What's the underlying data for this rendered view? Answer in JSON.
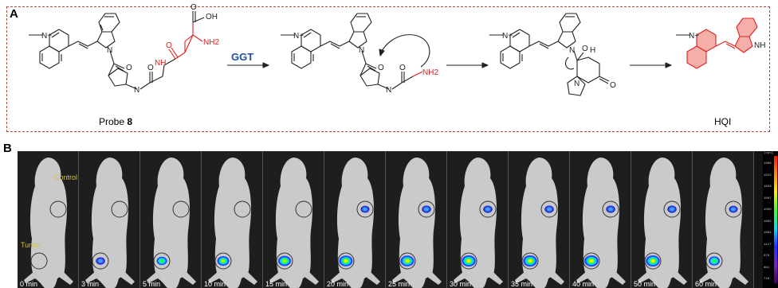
{
  "panel_a": {
    "label": "A",
    "enzyme_label": "GGT",
    "probe_caption_prefix": "Probe ",
    "probe_caption_number": "8",
    "product_caption": "HQI",
    "atoms": {
      "oh": "OH",
      "o": "O",
      "nh2": "NH2",
      "nh": "NH",
      "n": "N",
      "h": "H",
      "nplus": "N+"
    }
  },
  "panel_b": {
    "label": "B",
    "roi_labels": [
      "Control",
      "Tumor"
    ],
    "frames": [
      {
        "time": "0 min",
        "tumor_signal": 0.0,
        "control_signal": 0.0
      },
      {
        "time": "3 min",
        "tumor_signal": 0.35,
        "control_signal": 0.0
      },
      {
        "time": "5 min",
        "tumor_signal": 0.5,
        "control_signal": 0.0
      },
      {
        "time": "10 min",
        "tumor_signal": 0.7,
        "control_signal": 0.0
      },
      {
        "time": "15 min",
        "tumor_signal": 0.8,
        "control_signal": 0.0
      },
      {
        "time": "20 min",
        "tumor_signal": 0.9,
        "control_signal": 0.3
      },
      {
        "time": "25 min",
        "tumor_signal": 0.9,
        "control_signal": 0.35
      },
      {
        "time": "30 min",
        "tumor_signal": 0.95,
        "control_signal": 0.35
      },
      {
        "time": "35 min",
        "tumor_signal": 0.95,
        "control_signal": 0.35
      },
      {
        "time": "40 min",
        "tumor_signal": 0.95,
        "control_signal": 0.35
      },
      {
        "time": "50 min",
        "tumor_signal": 0.95,
        "control_signal": 0.35
      },
      {
        "time": "60 min",
        "tumor_signal": 0.6,
        "control_signal": 0.3
      }
    ],
    "colorbar": {
      "unit": "[cps]",
      "ticks": [
        "1080",
        "1012",
        "1028",
        "1007",
        "1030",
        "1092",
        "1094",
        "1117",
        "979",
        "861",
        "716"
      ]
    },
    "colors": {
      "roi_outline": "#e8e8e8",
      "mouse": "#d9d9d9",
      "roi_text": "#d8c040",
      "time_text": "#ffffff"
    }
  },
  "colors": {
    "panel_border": "#b04a3a",
    "red_highlight": "#e02020",
    "enzyme_blue": "#2050a0",
    "hqi_fill": "#f4b0a8"
  }
}
